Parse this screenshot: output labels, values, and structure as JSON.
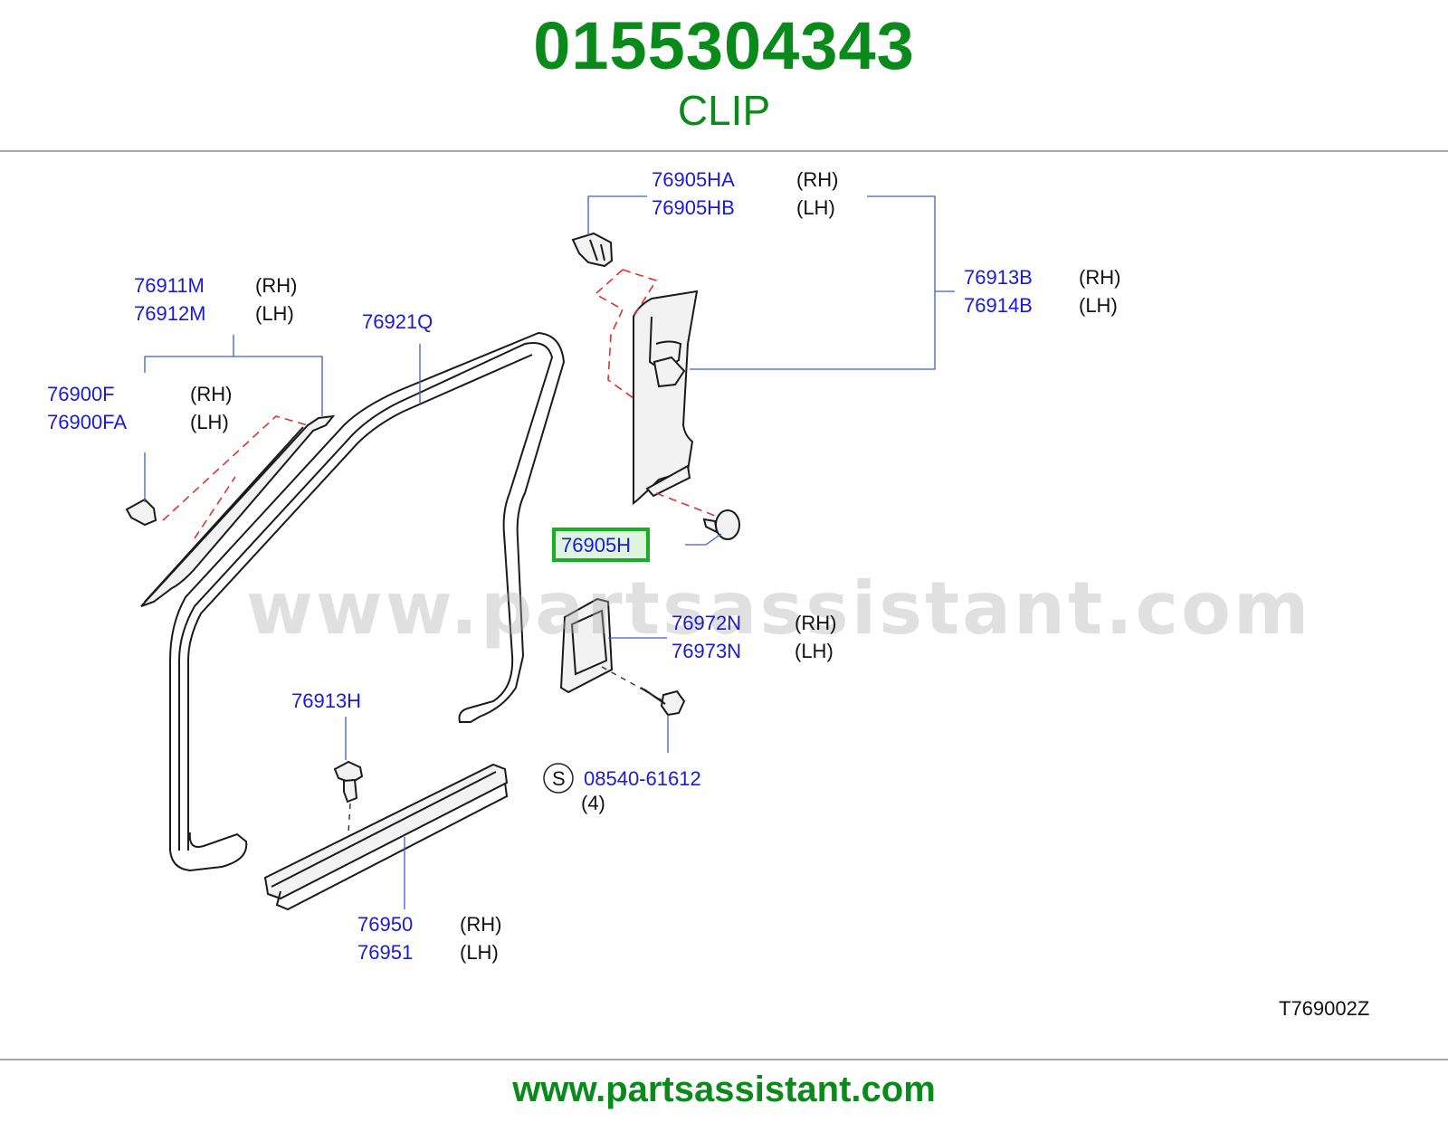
{
  "header": {
    "part_number": "0155304343",
    "part_name": "CLIP"
  },
  "footer": {
    "url": "www.partsassistant.com"
  },
  "watermark": "www.partsassistant.com",
  "diagram_code": "T769002Z",
  "highlight": {
    "label": "76905H",
    "color": "#17b020"
  },
  "callouts": {
    "c76905h": {
      "pn1": "76905HA",
      "side1": "(RH)",
      "pn2": "76905HB",
      "side2": "(LH)"
    },
    "c76913b": {
      "pn1": "76913B",
      "side1": "(RH)",
      "pn2": "76914B",
      "side2": "(LH)"
    },
    "c76911m": {
      "pn1": "76911M",
      "side1": "(RH)",
      "pn2": "76912M",
      "side2": "(LH)"
    },
    "c76900f": {
      "pn1": "76900F",
      "side1": "(RH)",
      "pn2": "76900FA",
      "side2": "(LH)"
    },
    "c76921q": {
      "pn1": "76921Q"
    },
    "c76972n": {
      "pn1": "76972N",
      "side1": "(RH)",
      "pn2": "76973N",
      "side2": "(LH)"
    },
    "c76913h": {
      "pn1": "76913H"
    },
    "c08540": {
      "symbol": "S",
      "pn1": "08540-61612",
      "qty": "(4)"
    },
    "c76950": {
      "pn1": "76950",
      "side1": "(RH)",
      "pn2": "76951",
      "side2": "(LH)"
    }
  },
  "colors": {
    "brand_green": "#0a8a1a",
    "part_number_blue": "#1a1adb",
    "leader_blue": "#3a5fc8",
    "dash_red": "#e03030"
  }
}
